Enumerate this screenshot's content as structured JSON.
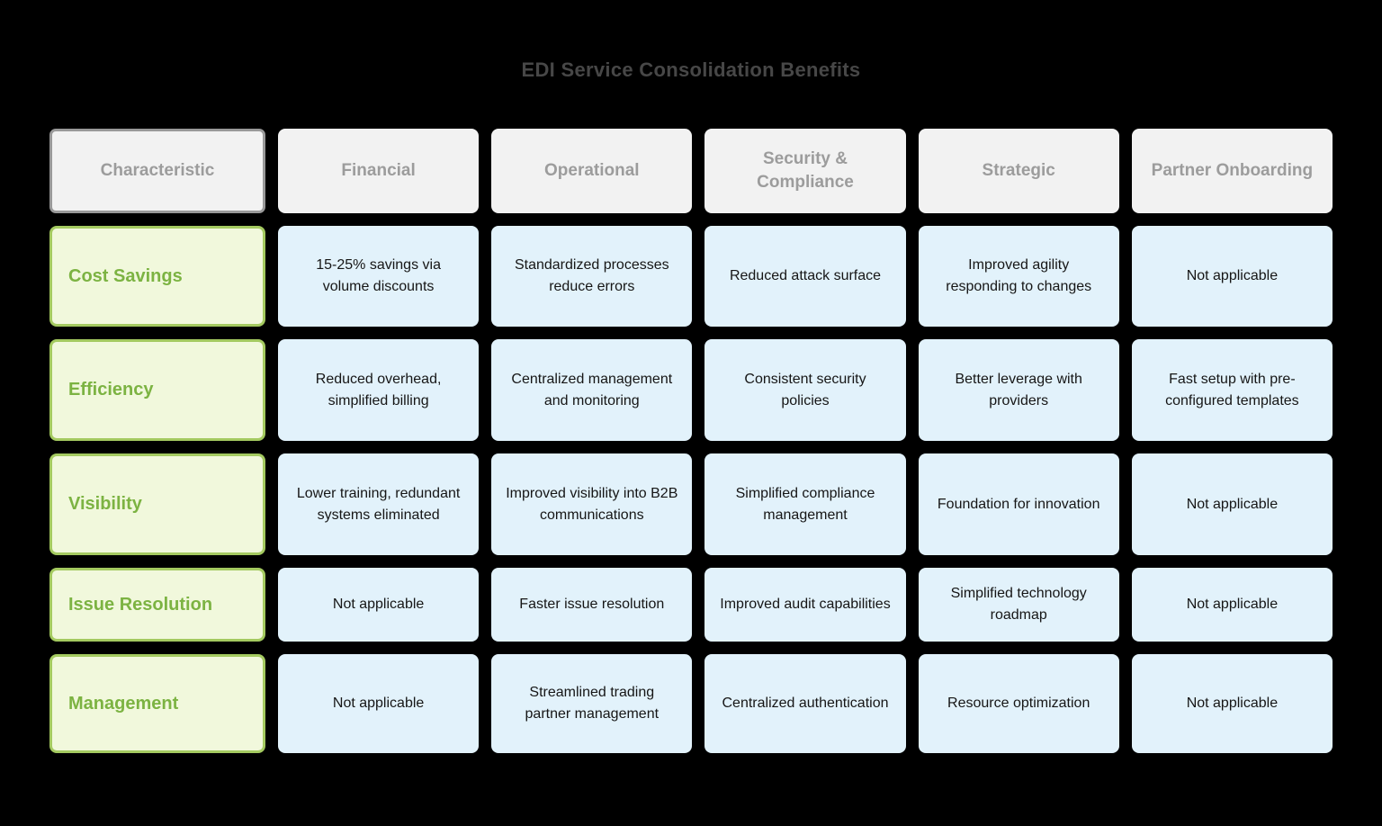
{
  "chart_data": {
    "type": "table",
    "title": "EDI Service Consolidation Benefits",
    "columns": [
      "Characteristic",
      "Financial",
      "Operational",
      "Security & Compliance",
      "Strategic",
      "Partner Onboarding"
    ],
    "rows": [
      {
        "label": "Cost Savings",
        "cells": [
          "15-25% savings via volume discounts",
          "Standardized processes reduce errors",
          "Reduced attack surface",
          "Improved agility responding to changes",
          "Not applicable"
        ]
      },
      {
        "label": "Efficiency",
        "cells": [
          "Reduced overhead, simplified billing",
          "Centralized management and monitoring",
          "Consistent security policies",
          "Better leverage with providers",
          "Fast setup with pre-configured templates"
        ]
      },
      {
        "label": "Visibility",
        "cells": [
          "Lower training, redundant systems eliminated",
          "Improved visibility into B2B communications",
          "Simplified compliance management",
          "Foundation for innovation",
          "Not applicable"
        ]
      },
      {
        "label": "Issue Resolution",
        "cells": [
          "Not applicable",
          "Faster issue resolution",
          "Improved audit capabilities",
          "Simplified technology roadmap",
          "Not applicable"
        ]
      },
      {
        "label": "Management",
        "cells": [
          "Not applicable",
          "Streamlined trading partner management",
          "Centralized authentication",
          "Resource optimization",
          "Not applicable"
        ]
      }
    ],
    "layout": {
      "legend": "none",
      "grid": "off",
      "header_row": true,
      "label_column": true
    }
  },
  "colors": {
    "background": "#000000",
    "title_text": "#474747",
    "header_bg": "#f2f2f2",
    "header_text": "#9c9c9c",
    "header_border": "#999999",
    "label_bg": "#f1f8dc",
    "label_border": "#a4ca60",
    "label_text": "#7cb342",
    "cell_bg": "#e2f2fb",
    "cell_text": "#161616"
  }
}
